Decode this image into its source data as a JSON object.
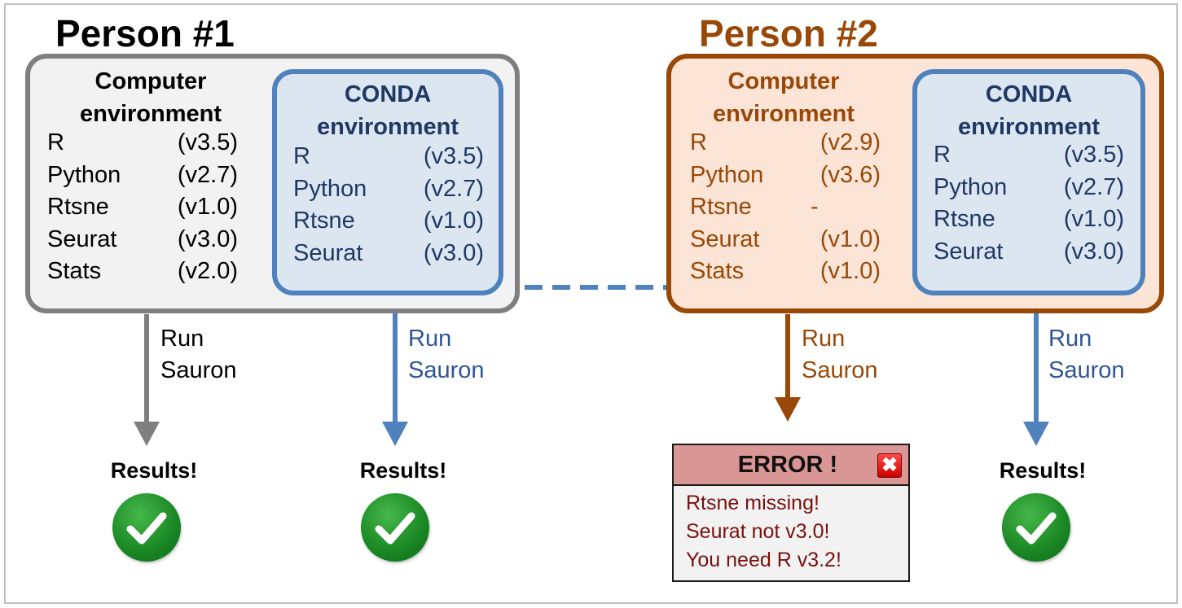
{
  "colors": {
    "gray": "#7f7f7f",
    "gray_fill": "#f2f2f2",
    "blue": "#4f81bd",
    "blue_fill": "#dce6f1",
    "navy_text": "#1f3864",
    "blue_text": "#2f5597",
    "brown": "#984807",
    "brown_fill": "#fce4d6",
    "green": "#1c8a26",
    "error_bar": "#d99695",
    "error_text": "#7a1010"
  },
  "person1": {
    "title": "Person #1",
    "computer_env": {
      "heading_line1": "Computer",
      "heading_line2": "environment",
      "packages": [
        {
          "name": "R",
          "version": "(v3.5)"
        },
        {
          "name": "Python",
          "version": "(v2.7)"
        },
        {
          "name": "Rtsne",
          "version": "(v1.0)"
        },
        {
          "name": "Seurat",
          "version": "(v3.0)"
        },
        {
          "name": "Stats",
          "version": "(v2.0)"
        }
      ]
    },
    "conda_env": {
      "heading_line1": "CONDA",
      "heading_line2": "environment",
      "packages": [
        {
          "name": "R",
          "version": "(v3.5)"
        },
        {
          "name": "Python",
          "version": "(v2.7)"
        },
        {
          "name": "Rtsne",
          "version": "(v1.0)"
        },
        {
          "name": "Seurat",
          "version": "(v3.0)"
        }
      ]
    },
    "computer_run": {
      "line1": "Run",
      "line2": "Sauron",
      "result": "Results!"
    },
    "conda_run": {
      "line1": "Run",
      "line2": "Sauron",
      "result": "Results!"
    }
  },
  "person2": {
    "title": "Person #2",
    "computer_env": {
      "heading_line1": "Computer",
      "heading_line2": "environment",
      "packages": [
        {
          "name": "R",
          "version": "(v2.9)"
        },
        {
          "name": "Python",
          "version": "(v3.6)"
        },
        {
          "name": "Rtsne",
          "version": "-"
        },
        {
          "name": "Seurat",
          "version": "(v1.0)"
        },
        {
          "name": "Stats",
          "version": "(v1.0)"
        }
      ]
    },
    "conda_env": {
      "heading_line1": "CONDA",
      "heading_line2": "environment",
      "packages": [
        {
          "name": "R",
          "version": "(v3.5)"
        },
        {
          "name": "Python",
          "version": "(v2.7)"
        },
        {
          "name": "Rtsne",
          "version": "(v1.0)"
        },
        {
          "name": "Seurat",
          "version": "(v3.0)"
        }
      ]
    },
    "computer_run": {
      "line1": "Run",
      "line2": "Sauron"
    },
    "conda_run": {
      "line1": "Run",
      "line2": "Sauron",
      "result": "Results!"
    }
  },
  "error_dialog": {
    "title": "ERROR !",
    "close_icon": "close-icon",
    "lines": [
      "Rtsne missing!",
      "Seurat not v3.0!",
      "You need R v3.2!"
    ]
  },
  "icons": {
    "success": "check-circle-icon",
    "error_close": "red-x-icon"
  }
}
